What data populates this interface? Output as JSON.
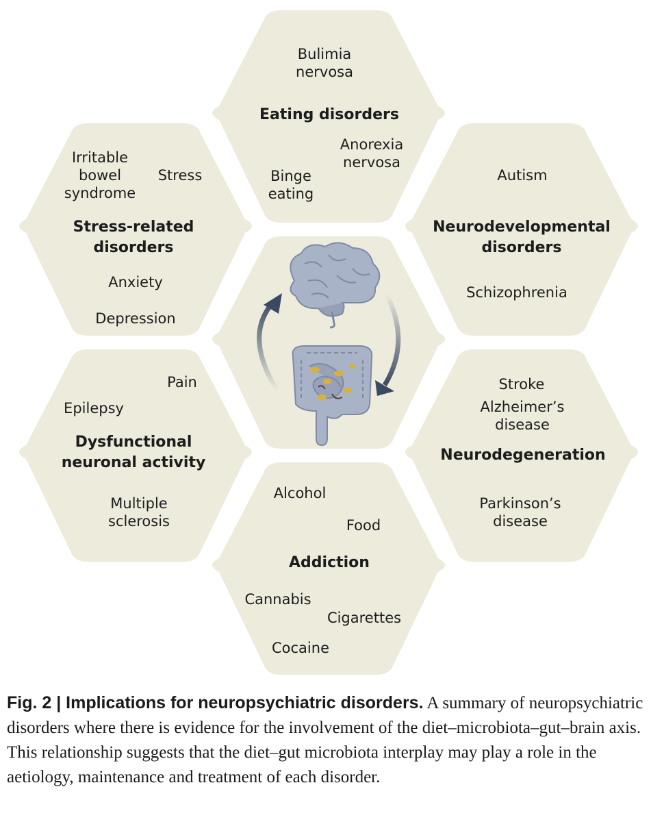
{
  "hexagons": {
    "center": {
      "labels": {}
    },
    "eating": {
      "title": "Eating disorders",
      "items": {
        "bulimia": "Bulimia\nnervosa",
        "anorexia": "Anorexia\nnervosa",
        "binge": "Binge\neating"
      }
    },
    "neurodev": {
      "title": "Neurodevelopmental\ndisorders",
      "items": {
        "autism": "Autism",
        "schizophrenia": "Schizophrenia"
      }
    },
    "neurodegen": {
      "title": "Neurodegeneration",
      "items": {
        "stroke": "Stroke",
        "alzheimers": "Alzheimer’s disease",
        "parkinsons": "Parkinson’s\ndisease"
      }
    },
    "addiction": {
      "title": "Addiction",
      "items": {
        "alcohol": "Alcohol",
        "food": "Food",
        "cannabis": "Cannabis",
        "cigarettes": "Cigarettes",
        "cocaine": "Cocaine"
      }
    },
    "neuronal": {
      "title": "Dysfunctional\nneuronal activity",
      "items": {
        "pain": "Pain",
        "epilepsy": "Epilepsy",
        "ms": "Multiple\nsclerosis"
      }
    },
    "stress": {
      "title": "Stress-related\ndisorders",
      "items": {
        "ibs": "Irritable\nbowel\nsyndrome",
        "stress": "Stress",
        "anxiety": "Anxiety",
        "depression": "Depression"
      }
    }
  },
  "colors": {
    "hex_fill": "#ecebdc",
    "organ": "#a9b3c8",
    "organ_dark": "#7e8aa4",
    "arrow": "#3b4a63",
    "bacteria": "#d9b13a"
  },
  "icons": [
    "brain-icon",
    "gut-icon",
    "cycle-arrow-icon"
  ],
  "caption": {
    "figure_label": "Fig. 2 | Implications for neuropsychiatric disorders.",
    "text": " A summary of neuropsychiatric disorders where there is evidence for the involvement of the diet–microbiota–gut–brain axis. This relationship suggests that the diet–gut microbiota interplay may play a role in the aetiology, maintenance and treatment of each disorder."
  }
}
